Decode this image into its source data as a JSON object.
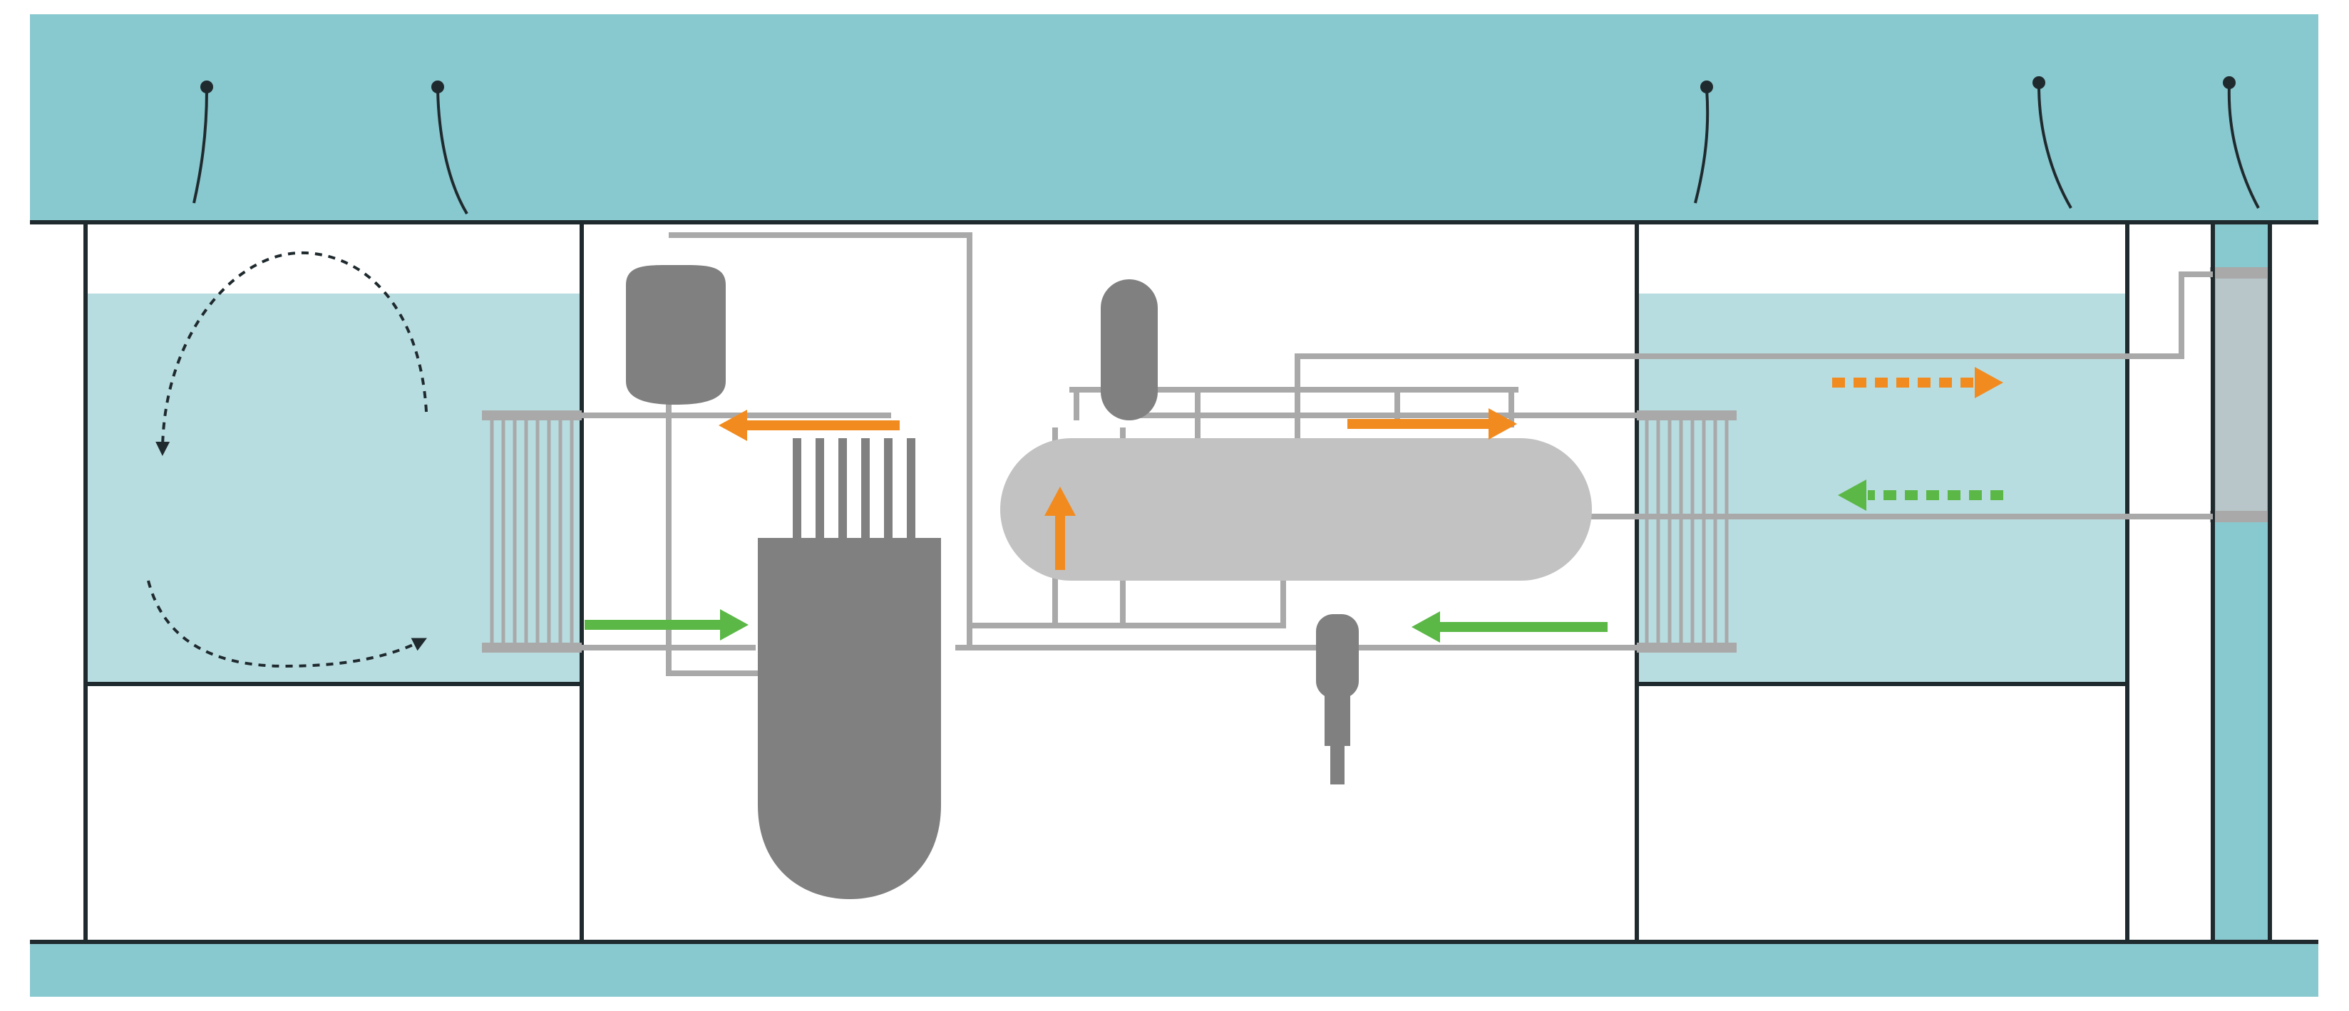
{
  "diagram": {
    "type": "reactor-containment-schematic",
    "labels": [],
    "colors": {
      "background": "#ffffff",
      "teal_water": "#88c8cf",
      "pool_water": "#b8dde1",
      "wall": "#1f2a2e",
      "equipment_dark": "#808080",
      "equipment_light": "#c2c2c2",
      "pipe": "#a9a9a9",
      "hot_flow": "#f28b1f",
      "cold_flow": "#5bb847",
      "convection": "#1f2a2e"
    },
    "components": [
      "left-water-pool",
      "left-heat-exchanger",
      "right-water-pool",
      "right-heat-exchanger",
      "reactor-vessel",
      "control-rods",
      "pressurizer",
      "accumulator-tank",
      "steam-generator",
      "coolant-pump",
      "outer-wall-column"
    ],
    "flows": [
      {
        "name": "hot-flow-to-left",
        "color": "hot_flow",
        "style": "solid"
      },
      {
        "name": "hot-flow-to-right",
        "color": "hot_flow",
        "style": "solid"
      },
      {
        "name": "hot-flow-up",
        "color": "hot_flow",
        "style": "solid"
      },
      {
        "name": "steam-out",
        "color": "hot_flow",
        "style": "dotted"
      },
      {
        "name": "cold-flow-in-left",
        "color": "cold_flow",
        "style": "solid"
      },
      {
        "name": "cold-flow-in-right",
        "color": "cold_flow",
        "style": "solid"
      },
      {
        "name": "feedwater-in",
        "color": "cold_flow",
        "style": "dotted"
      }
    ]
  }
}
